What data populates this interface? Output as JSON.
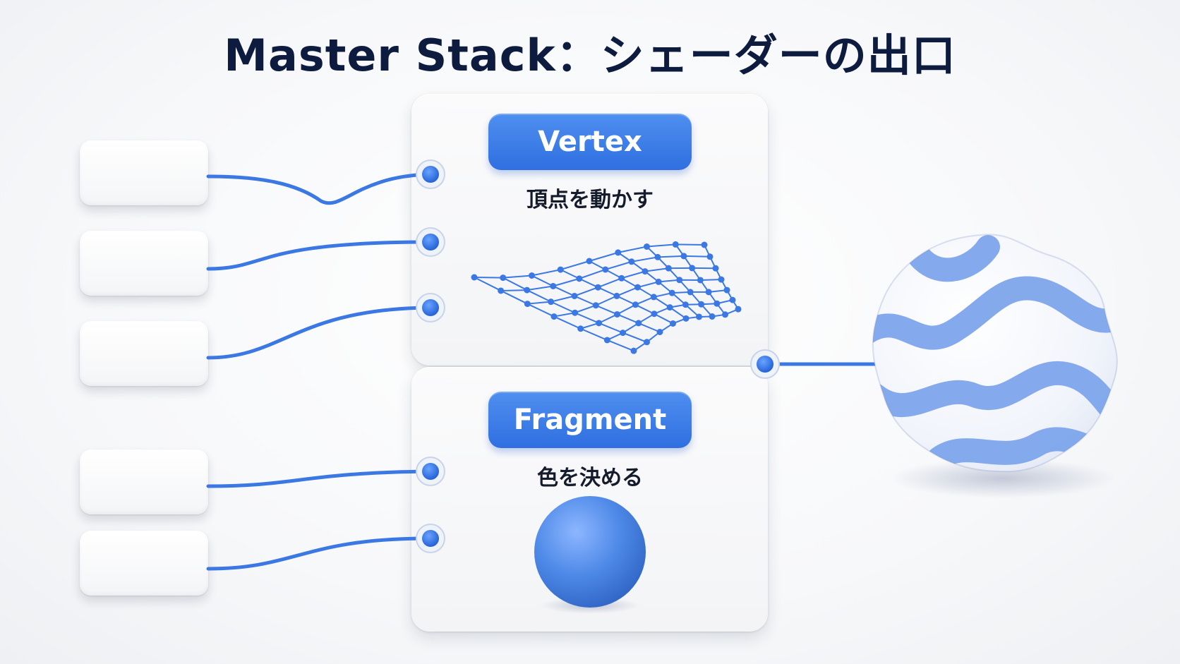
{
  "title": "Master Stack：シェーダーの出口",
  "vertex": {
    "label": "Vertex",
    "caption": "頂点を動かす"
  },
  "fragment": {
    "label": "Fragment",
    "caption": "色を決める"
  },
  "colors": {
    "accent": "#3a7be6",
    "wire": "#3b78e4",
    "title": "#0d1b3e"
  }
}
